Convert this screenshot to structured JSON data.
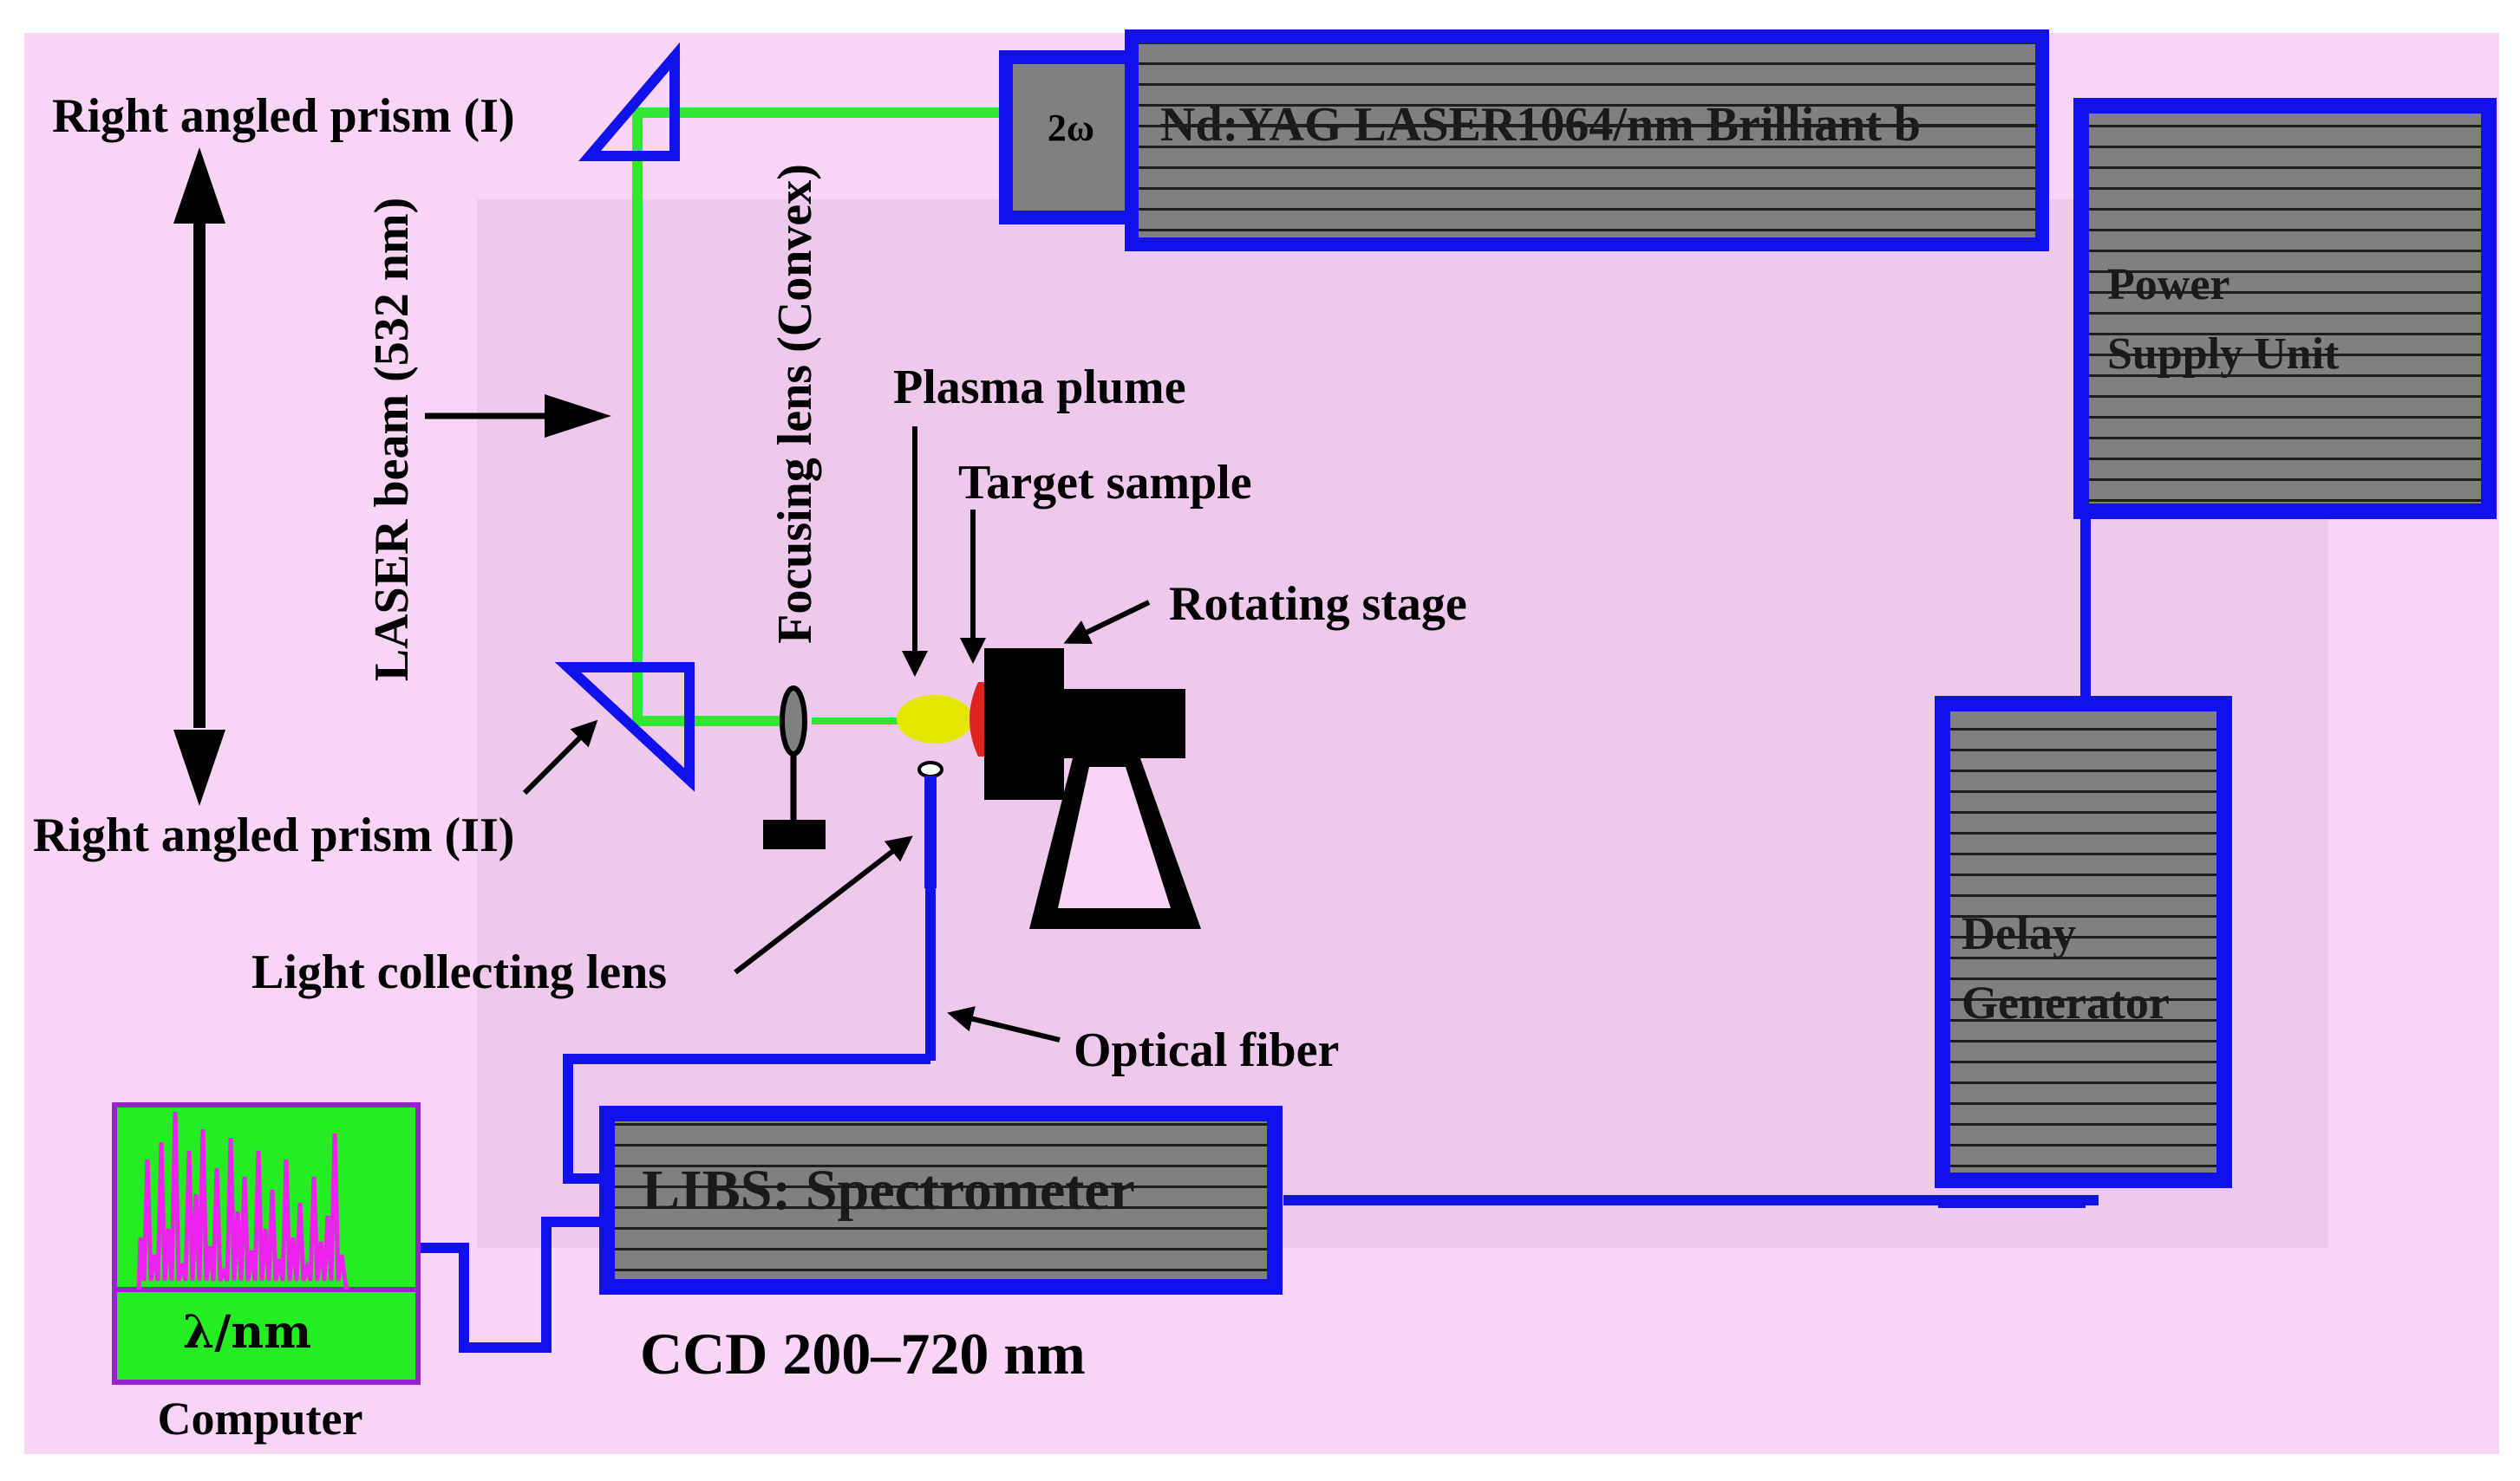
{
  "colors": {
    "background": "#f8d4f5",
    "panel": "#eec9ec",
    "beam": "#33e633",
    "wiring": "#1111ee",
    "device_fill": "#808080",
    "stripes": "#1e1e1e",
    "plume": "#e6e600",
    "target": "#dd2222",
    "screen": "#22ee22",
    "spectrum": "#ee22ee"
  },
  "labels": {
    "prism_1": "Right angled prism (I)",
    "prism_2": "Right angled prism (II)",
    "laser_beam": "LASER beam (532 nm)",
    "focusing_lens": "Focusing lens (Convex)",
    "plasma_plume": "Plasma plume",
    "target_sample": "Target sample",
    "rotating_stage": "Rotating stage",
    "light_collecting_lens": "Light collecting lens",
    "optical_fiber": "Optical fiber",
    "ccd_range": "CCD 200–720 nm",
    "computer": "Computer",
    "axis_unit": "λ/nm"
  },
  "devices": {
    "doubler": "2ω",
    "laser": "Nd:YAG LASER1064/nm Brilliant b",
    "power_supply": [
      "Power",
      "Supply Unit"
    ],
    "delay_generator": [
      "Delay",
      "Generator"
    ],
    "spectrometer": "LIBS: Spectrometer"
  },
  "icons": {
    "prism": "triangle-prism-icon",
    "lens": "convex-lens-icon",
    "arrow": "arrow-icon",
    "stage": "rotating-stage-icon",
    "screen": "spectrum-screen-icon"
  }
}
